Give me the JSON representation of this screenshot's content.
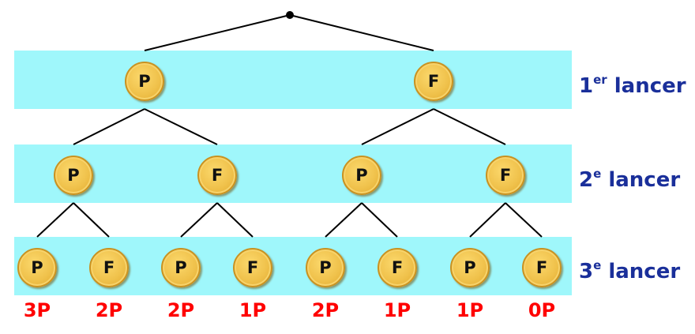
{
  "levels": [
    {
      "level_word": "lancer",
      "number": "1",
      "suffix": "er"
    },
    {
      "level_word": "lancer",
      "number": "2",
      "suffix": "e"
    },
    {
      "level_word": "lancer",
      "number": "3",
      "suffix": "e"
    }
  ],
  "tree": {
    "level1": [
      "P",
      "F"
    ],
    "level2": [
      "P",
      "F",
      "P",
      "F"
    ],
    "level3": [
      "P",
      "F",
      "P",
      "F",
      "P",
      "F",
      "P",
      "F"
    ]
  },
  "outcomes": [
    "3P",
    "2P",
    "2P",
    "1P",
    "2P",
    "1P",
    "1P",
    "0P"
  ],
  "colors": {
    "band": "#9ff7fb",
    "label": "#1a2f9a",
    "outcome": "#ff0000",
    "coin_fill": "#f0c24c",
    "coin_border": "#c99221",
    "edge": "#000000"
  }
}
